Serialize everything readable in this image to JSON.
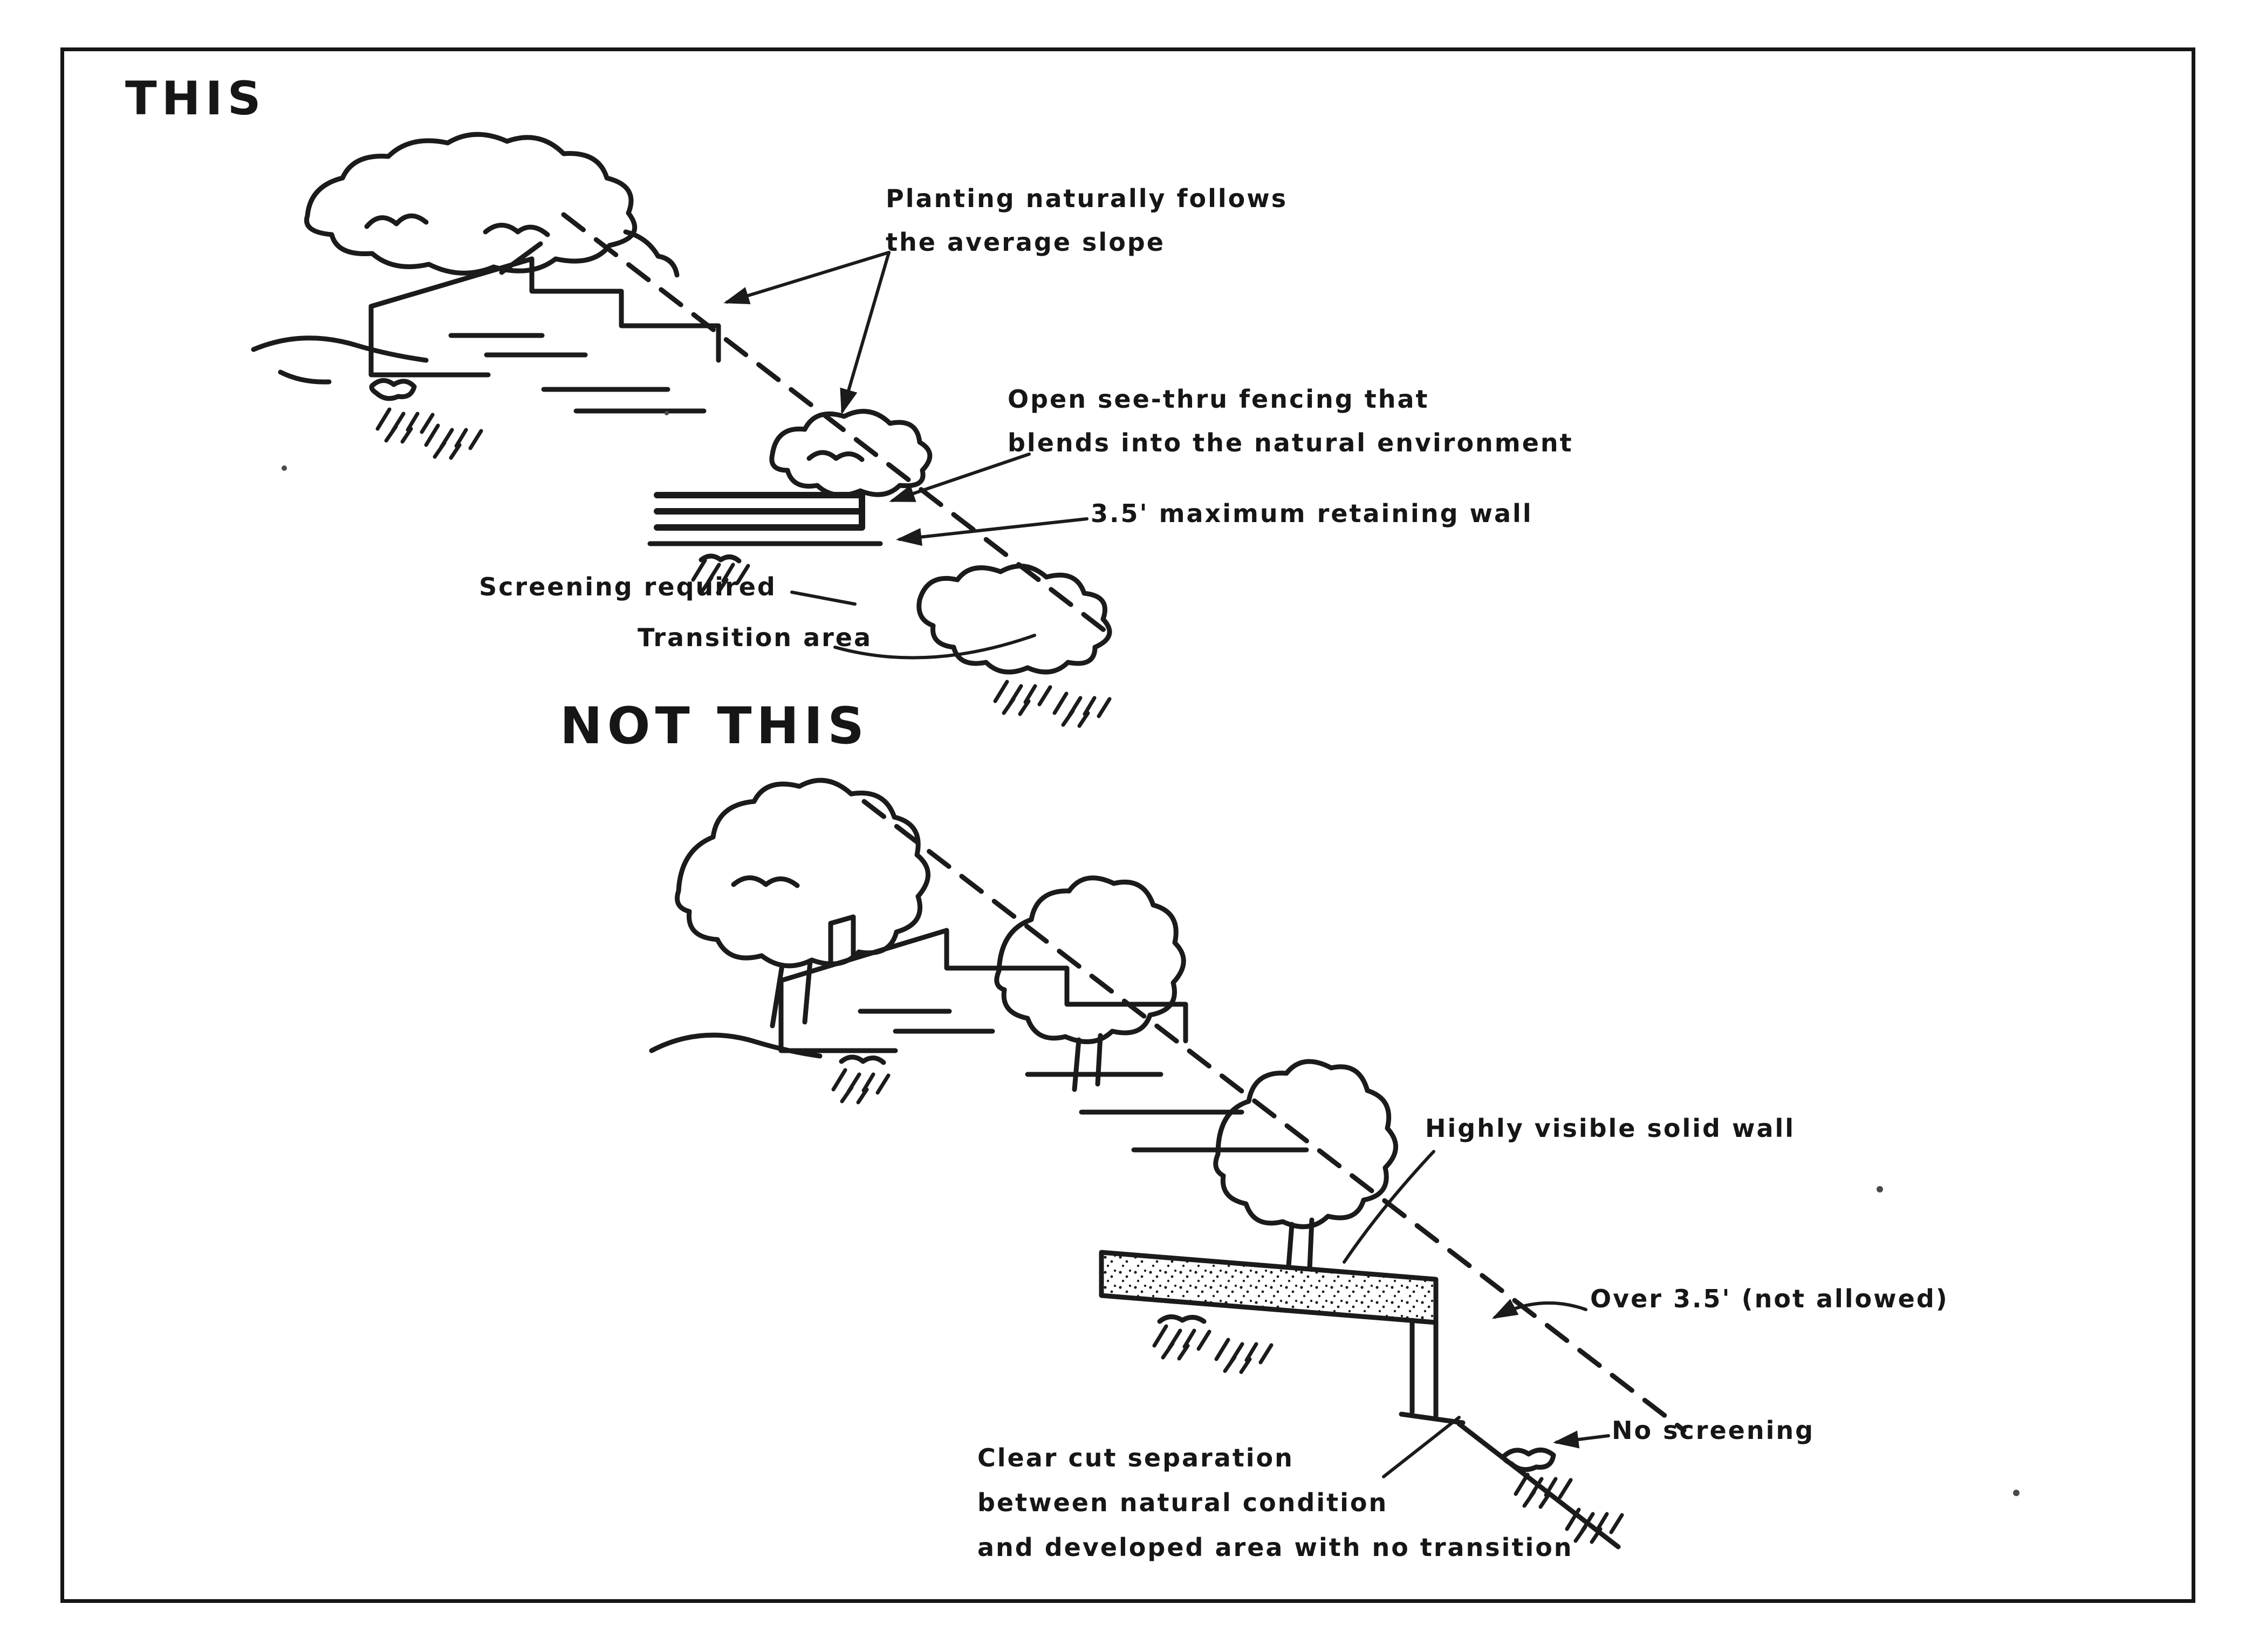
{
  "page": {
    "ink_color": "#1b1b1b",
    "paper_color": "#ffffff"
  },
  "headings": {
    "this": "THIS",
    "not_this": "NOT THIS"
  },
  "this_diagram": {
    "planting_label": "Planting naturally follows\nthe average slope",
    "fencing_label": "Open see-thru fencing that\nblends into the natural environment",
    "retaining_wall_label": "3.5' maximum retaining wall",
    "screening_label": "Screening required",
    "transition_label": "Transition area"
  },
  "not_this_diagram": {
    "solid_wall_label": "Highly visible solid wall",
    "over_height_label": "Over 3.5' (not allowed)",
    "no_screening_label": "No screening",
    "separation_label": "Clear cut separation\nbetween natural condition\nand developed area with no transition"
  }
}
